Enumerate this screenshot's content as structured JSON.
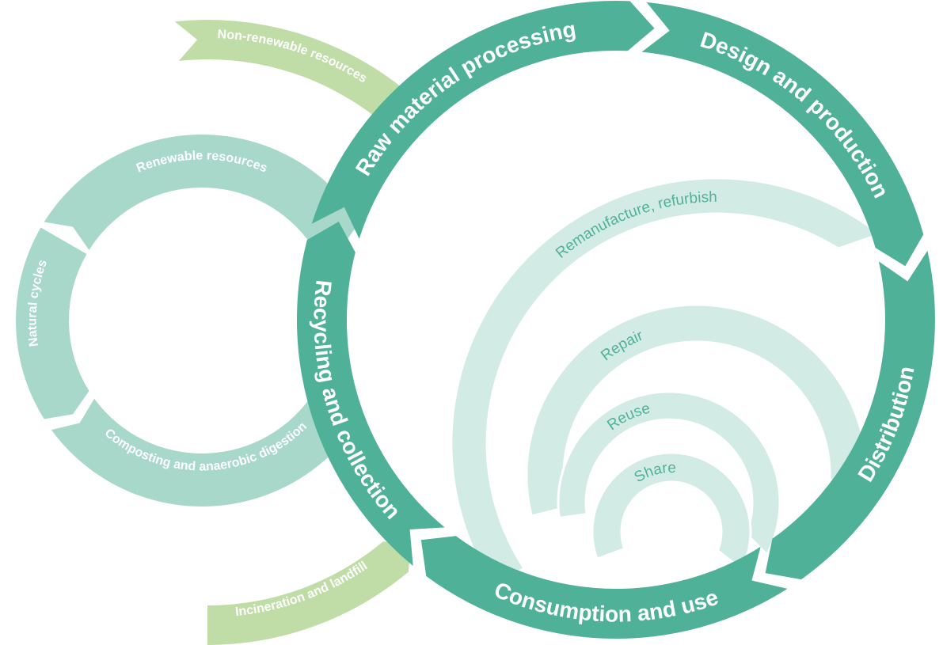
{
  "title": "Circular economy diagram",
  "colors": {
    "main_ring": "#50B199",
    "inner_loops": "#D2EBE4",
    "inner_text": "#50B199",
    "natural_ring": "#A7D8CA",
    "resource_arcs": "#C0DDA8",
    "label_text": "#FFFFFF"
  },
  "main_cycle": {
    "stages": [
      {
        "id": "raw",
        "label": "Raw material processing"
      },
      {
        "id": "design",
        "label": "Design and production"
      },
      {
        "id": "distribution",
        "label": "Distribution"
      },
      {
        "id": "consumption",
        "label": "Consumption and use"
      },
      {
        "id": "recycling",
        "label": "Recycling and collection"
      }
    ]
  },
  "inner_loops": [
    {
      "id": "remanufacture",
      "label": "Remanufacture, refurbish"
    },
    {
      "id": "repair",
      "label": "Repair"
    },
    {
      "id": "reuse",
      "label": "Reuse"
    },
    {
      "id": "share",
      "label": "Share"
    }
  ],
  "natural_cycle": {
    "segments": [
      {
        "id": "renewable",
        "label": "Renewable resources"
      },
      {
        "id": "natural",
        "label": "Natural cycles"
      },
      {
        "id": "composting",
        "label": "Composting and anaerobic digestion"
      }
    ]
  },
  "resource_flows": [
    {
      "id": "nonrenewable",
      "label": "Non-renewable resources"
    },
    {
      "id": "incineration",
      "label": "Incineration and landfill"
    }
  ]
}
